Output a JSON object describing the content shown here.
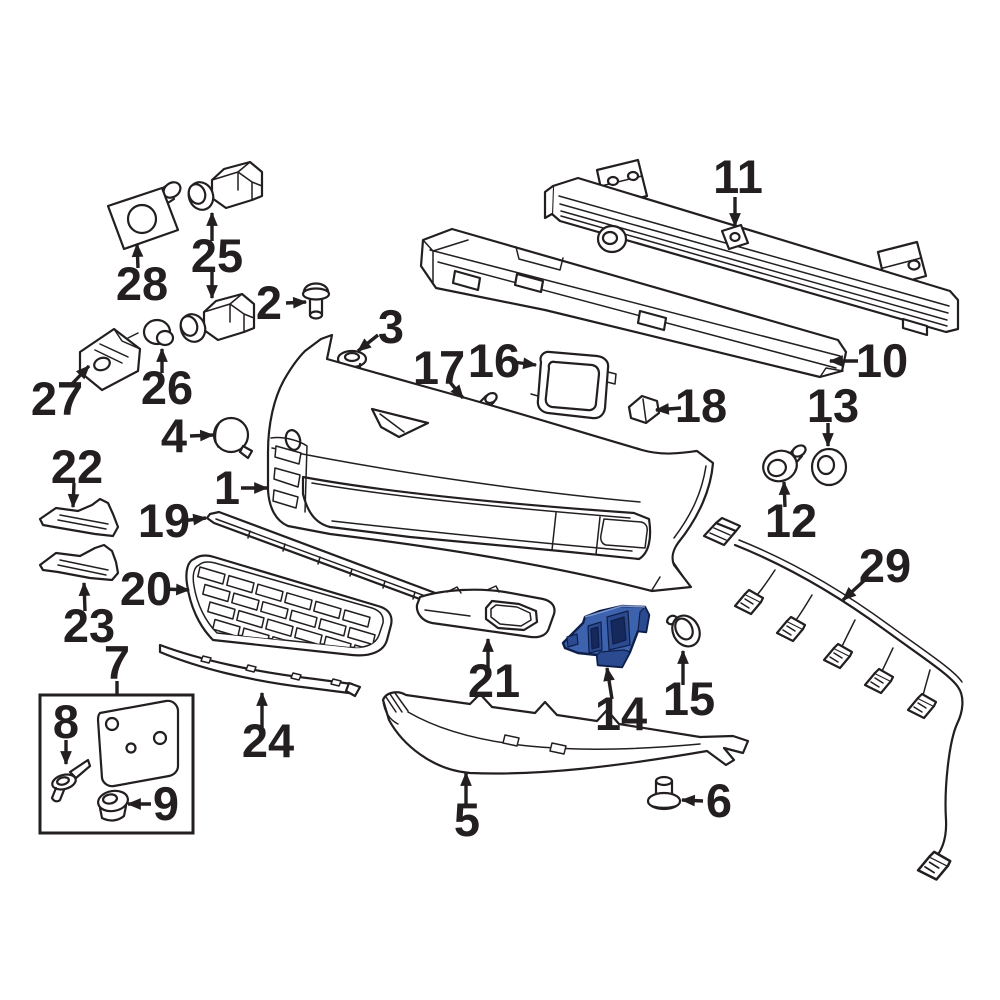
{
  "diagram": {
    "type": "exploded-parts-diagram",
    "subject": "front-bumper-assembly",
    "background": "#ffffff",
    "colors": {
      "line": "#231f20",
      "highlight_fill": "#3d63ae",
      "highlight_shade": "#2b4a90",
      "highlight_dark": "#16295c",
      "highlight_edge": "#7b97cf"
    },
    "callouts": [
      {
        "num": "1",
        "part": "bumper-cover"
      },
      {
        "num": "2",
        "part": "screw"
      },
      {
        "num": "3",
        "part": "spacer-grommet"
      },
      {
        "num": "4",
        "part": "access-cap"
      },
      {
        "num": "5",
        "part": "lower-spoiler"
      },
      {
        "num": "6",
        "part": "spoiler-bolt"
      },
      {
        "num": "7",
        "part": "license-bracket-kit"
      },
      {
        "num": "8",
        "part": "license-bracket-screw"
      },
      {
        "num": "9",
        "part": "license-bracket-nut"
      },
      {
        "num": "10",
        "part": "energy-absorber"
      },
      {
        "num": "11",
        "part": "impact-bar"
      },
      {
        "num": "12",
        "part": "impact-bar-screw"
      },
      {
        "num": "13",
        "part": "impact-bar-grommet"
      },
      {
        "num": "14",
        "part": "side-support-bracket",
        "highlighted": true
      },
      {
        "num": "15",
        "part": "push-retainer"
      },
      {
        "num": "16",
        "part": "center-support-bracket"
      },
      {
        "num": "17",
        "part": "support-screw"
      },
      {
        "num": "18",
        "part": "wedge-clip"
      },
      {
        "num": "19",
        "part": "upper-grille-molding"
      },
      {
        "num": "20",
        "part": "lower-grille"
      },
      {
        "num": "21",
        "part": "fog-lamp-bezel"
      },
      {
        "num": "22",
        "part": "air-deflector-left"
      },
      {
        "num": "23",
        "part": "air-deflector-right"
      },
      {
        "num": "24",
        "part": "lower-trim-molding"
      },
      {
        "num": "25",
        "part": "park-assist-sensor"
      },
      {
        "num": "26",
        "part": "sensor-grommet"
      },
      {
        "num": "27",
        "part": "sensor-bracket"
      },
      {
        "num": "28",
        "part": "sensor-retainer-plate"
      },
      {
        "num": "29",
        "part": "sensor-wiring-harness"
      }
    ]
  }
}
